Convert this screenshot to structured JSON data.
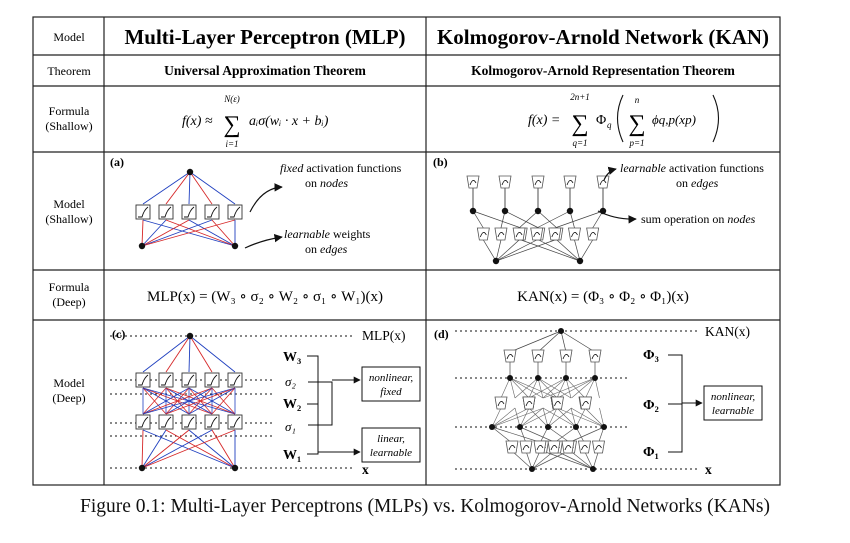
{
  "header": {
    "model_label": "Model",
    "mlp_title": "Multi-Layer Perceptron (MLP)",
    "kan_title": "Kolmogorov-Arnold Network (KAN)"
  },
  "rows": {
    "theorem": "Theorem",
    "formula_shallow": [
      "Formula",
      "(Shallow)"
    ],
    "model_shallow": [
      "Model",
      "(Shallow)"
    ],
    "formula_deep": [
      "Formula",
      "(Deep)"
    ],
    "model_deep": [
      "Model",
      "(Deep)"
    ]
  },
  "theorems": {
    "mlp": "Universal Approximation Theorem",
    "kan": "Kolmogorov-Arnold Representation Theorem"
  },
  "formulas": {
    "mlp_shallow": {
      "lhs": "f(x) ≈",
      "upper": "N(ε)",
      "lower": "i=1",
      "sum": "∑",
      "body": "aᵢσ(wᵢ · x + bᵢ)"
    },
    "kan_shallow": {
      "lhs": "f(x) =",
      "upper": "2n+1",
      "lower": "q=1",
      "outer_phi": "Φ",
      "outer_sub": "q",
      "inner_upper": "n",
      "inner_lower": "p=1",
      "inner_body": "ϕq,p(xp)"
    },
    "mlp_deep": "MLP(x) = (W₃ ∘ σ₂ ∘ W₂ ∘ σ₁ ∘ W₁)(x)",
    "kan_deep": "KAN(x) = (Φ₃ ∘ Φ₂ ∘ Φ₁)(x)"
  },
  "panels": {
    "a": {
      "tag": "(a)",
      "note1_em": "fixed",
      "note1_rest": " activation functions",
      "note1_line2_pre": "on ",
      "note1_line2_em": "nodes",
      "note2_em": "learnable",
      "note2_rest": " weights",
      "note2_line2_pre": "on ",
      "note2_line2_em": "edges"
    },
    "b": {
      "tag": "(b)",
      "note1_em": "learnable",
      "note1_rest": " activation functions",
      "note1_line2_pre": "on ",
      "note1_line2_em": "edges",
      "note2_pre": "sum operation on ",
      "note2_em": "nodes"
    },
    "c": {
      "tag": "(c)",
      "top_label": "MLP(x)",
      "bottom_label": "x",
      "w3": "W₃",
      "s2": "σ₂",
      "w2": "W₂",
      "s1": "σ₁",
      "w1": "W₁",
      "box1": [
        "nonlinear,",
        "fixed"
      ],
      "box2": [
        "linear,",
        "learnable"
      ]
    },
    "d": {
      "tag": "(d)",
      "top_label": "KAN(x)",
      "bottom_label": "x",
      "p3": "Φ₃",
      "p2": "Φ₂",
      "p1": "Φ₁",
      "box": [
        "nonlinear,",
        "learnable"
      ]
    }
  },
  "colors": {
    "red": "#d62728",
    "blue": "#1f3fbf",
    "grid": "#222222"
  },
  "caption": "Figure 0.1: Multi-Layer Perceptrons (MLPs) vs. Kolmogorov-Arnold Networks (KANs)"
}
